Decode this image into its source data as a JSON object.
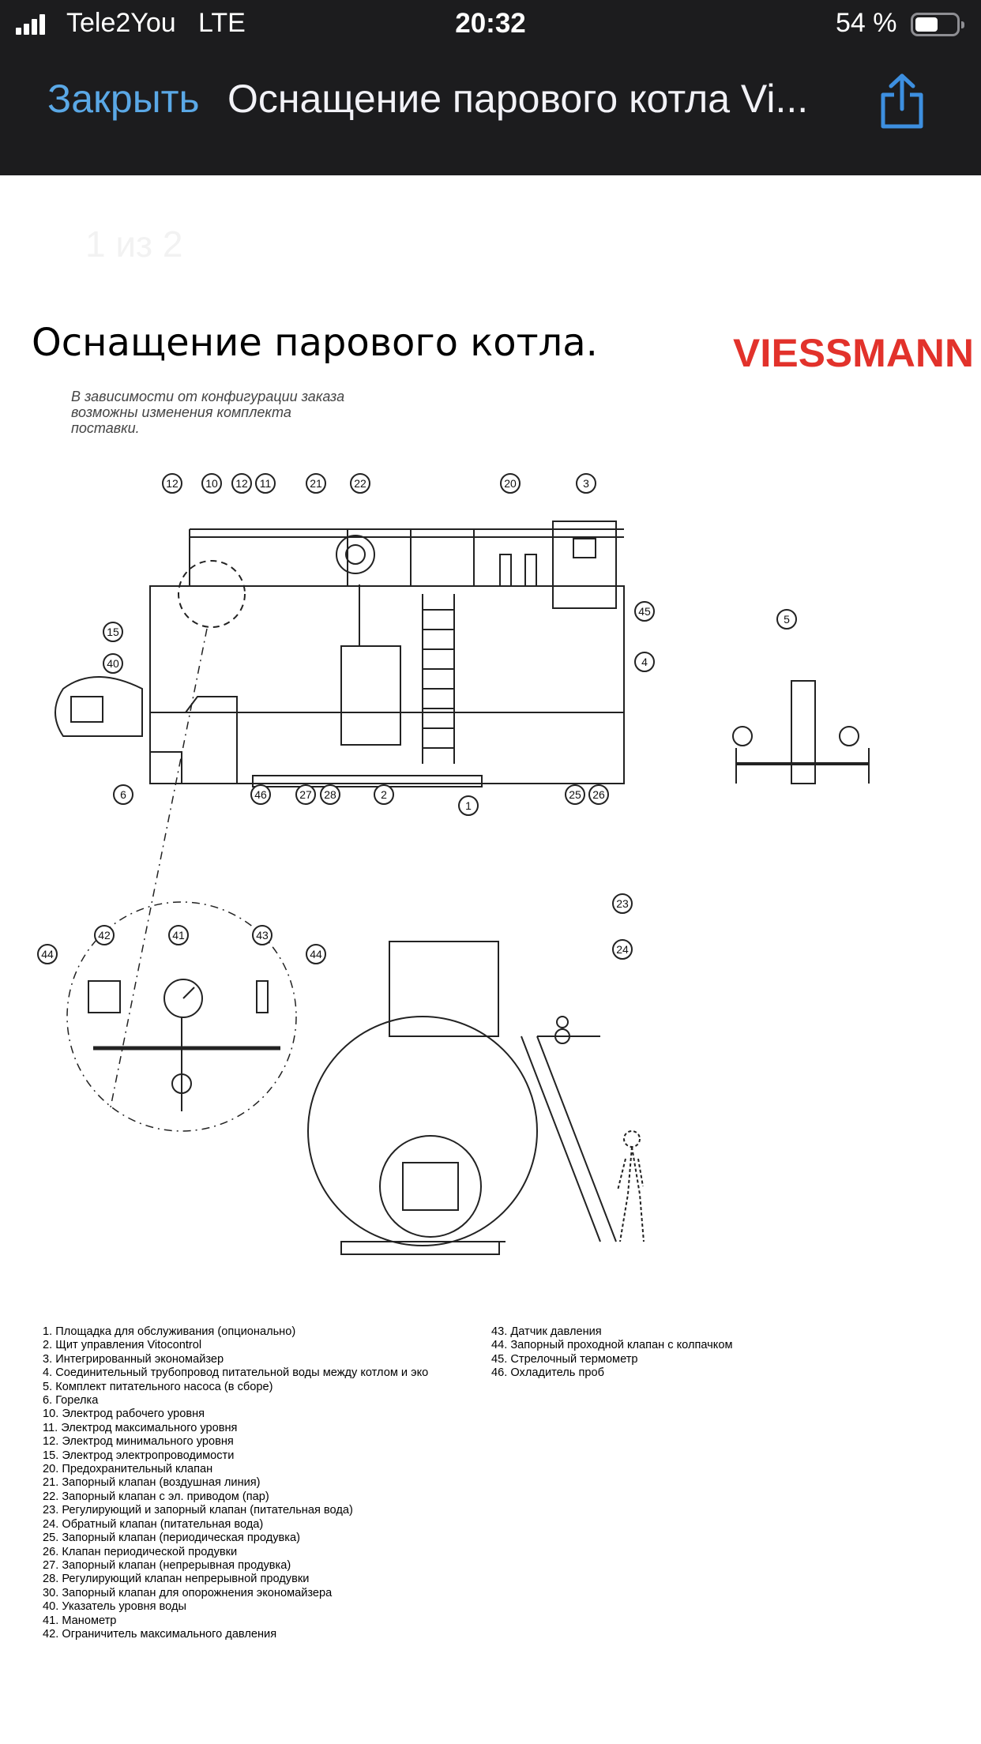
{
  "status_bar": {
    "carrier": "Tele2You",
    "network": "LTE",
    "time": "20:32",
    "battery_text": "54 %",
    "battery_level": 0.54
  },
  "nav": {
    "close_label": "Закрыть",
    "title": "Оснащение парового котла Vi..."
  },
  "document": {
    "page_indicator": "1 из 2",
    "slide_title": "Оснащение парового котла.",
    "brand": "VIESSMANN",
    "note_lines": [
      "В зависимости от конфигурации заказа",
      "возможны изменения комплекта",
      "поставки."
    ],
    "callouts": [
      "12",
      "10",
      "12",
      "11",
      "21",
      "22",
      "20",
      "3",
      "45",
      "4",
      "15",
      "40",
      "6",
      "46",
      "27",
      "28",
      "2",
      "25",
      "26",
      "5",
      "1",
      "23",
      "24",
      "42",
      "41",
      "43",
      "44",
      "44"
    ],
    "legend_left": [
      "1. Площадка для обслуживания (опционально)",
      "2. Щит управления Vitocontrol",
      "3. Интегрированный экономайзер",
      "4. Соединительный трубопровод питательной воды между котлом и эко",
      "5. Комплект питательного насоса (в сборе)",
      "6. Горелка",
      "10. Электрод рабочего уровня",
      "11. Электрод максимального уровня",
      "12. Электрод минимального уровня",
      "15. Электрод электропроводимости",
      "20. Предохранительный клапан",
      "21. Запорный клапан (воздушная линия)",
      "22. Запорный клапан с эл. приводом (пар)",
      "23. Регулирующий и запорный клапан (питательная вода)",
      "24. Обратный клапан (питательная вода)",
      "25. Запорный клапан (периодическая продувка)",
      "26. Клапан периодической продувки",
      "27. Запорный клапан (непрерывная продувка)",
      "28. Регулирующий клапан непрерывной продувки",
      "30. Запорный клапан для опорожнения экономайзера",
      "40. Указатель уровня воды",
      "41. Манометр",
      "42. Ограничитель максимального давления"
    ],
    "legend_right": [
      "43. Датчик давления",
      "44. Запорный проходной клапан с колпачком",
      "45. Стрелочный термометр",
      "46. Охладитель проб"
    ]
  },
  "colors": {
    "topbar_bg": "#1c1c1e",
    "accent_link": "#5aa8e6",
    "brand_red": "#e2322b"
  },
  "icons": [
    "signal-icon",
    "battery-icon",
    "share-icon"
  ]
}
